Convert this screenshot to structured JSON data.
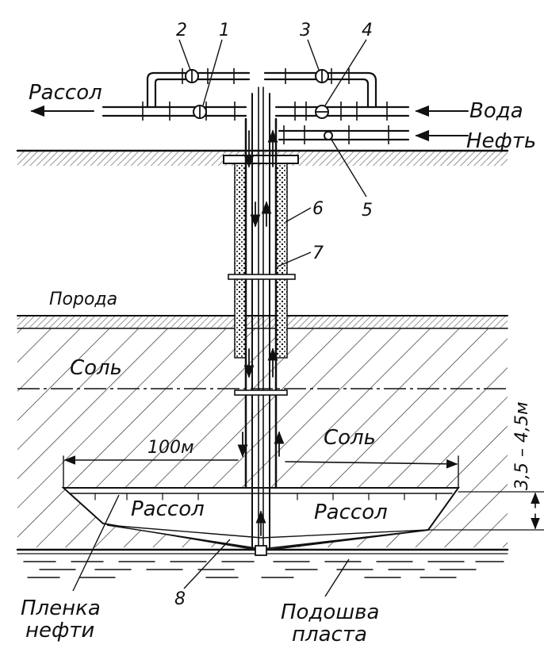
{
  "labels": {
    "brine_out": "Рассол",
    "water_in": "Вода",
    "oil_in": "Нефть",
    "rock": "Порода",
    "salt_upper": "Соль",
    "salt_lower": "Соль",
    "brine_left": "Рассол",
    "brine_right": "Рассол",
    "oil_film": "Пленка\nнефти",
    "bed_bottom": "Подошва\nпласта",
    "width_dim": "100м",
    "depth_dim": "3,5 – 4,5м"
  },
  "callouts": [
    "1",
    "2",
    "3",
    "4",
    "5",
    "6",
    "7",
    "8"
  ]
}
